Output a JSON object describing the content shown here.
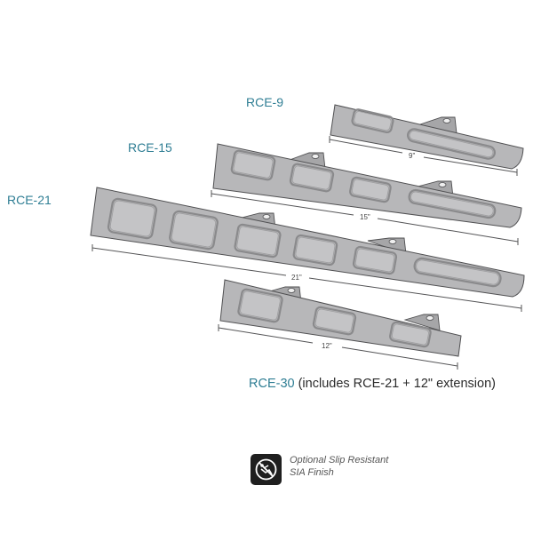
{
  "labels": {
    "rce9": "RCE-9",
    "rce15": "RCE-15",
    "rce21": "RCE-21",
    "rce30_model": "RCE-30",
    "rce30_note": " (includes RCE-21 + 12\"  extension)"
  },
  "dimensions": {
    "rce9": "9\"",
    "rce15": "15\"",
    "rce21": "21\"",
    "extension": "12\""
  },
  "badge": {
    "icon": "no-slip-icon",
    "line1": "Optional Slip Resistant",
    "line2": "SIA Finish"
  },
  "colors": {
    "label_teal": "#2f7e94",
    "part_gray": "#b7b7b9",
    "outline": "#505052",
    "badge_bg": "#1f1f1f"
  }
}
